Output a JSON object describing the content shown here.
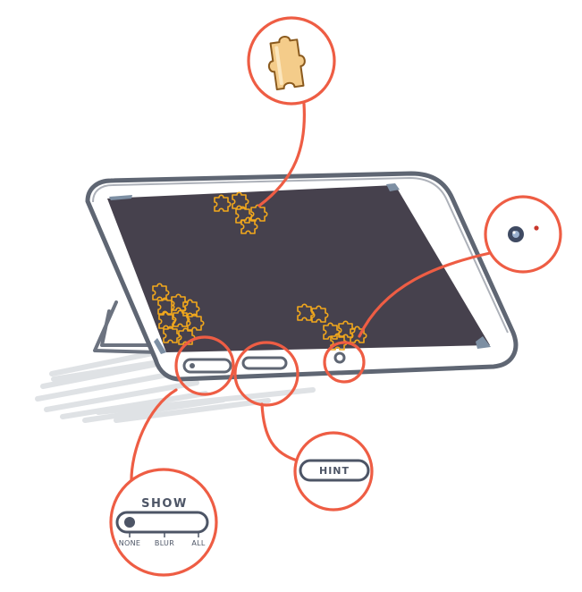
{
  "colors": {
    "screen": "#46414d",
    "frame_stroke": "#5f6673",
    "callout": "#ee5d44",
    "piece_outline": "#f2a81c",
    "piece_fill": "#f4cc8a",
    "shadow": "#d9dce0",
    "camera_lens": "#3f4a62",
    "camera_led": "#c9372c"
  },
  "icons": {
    "puzzle": "puzzle-piece-icon",
    "camera": "camera-icon"
  },
  "callouts": {
    "show": {
      "title": "SHOW",
      "slider_value": "NONE",
      "ticks": [
        "NONE",
        "BLUR",
        "ALL"
      ]
    },
    "hint": {
      "label": "HINT"
    }
  }
}
